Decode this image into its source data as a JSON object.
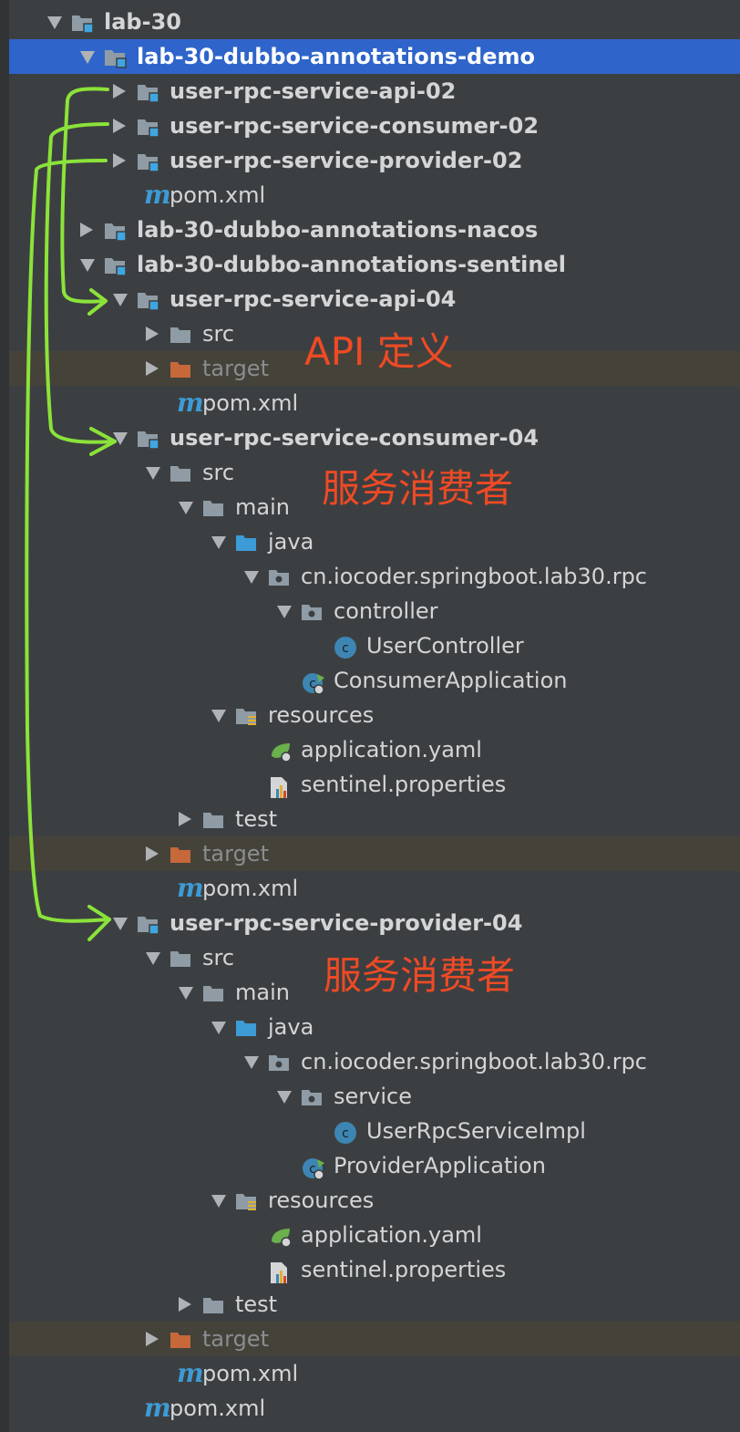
{
  "tree": [
    {
      "label": "lab-30",
      "depth": 0,
      "arrow": "down",
      "icon": "module-folder-icon",
      "bold": true
    },
    {
      "label": "lab-30-dubbo-annotations-demo",
      "depth": 1,
      "arrow": "down",
      "icon": "module-folder-icon",
      "bold": true,
      "selected": true
    },
    {
      "label": "user-rpc-service-api-02",
      "depth": 2,
      "arrow": "right",
      "icon": "module-folder-icon",
      "bold": true
    },
    {
      "label": "user-rpc-service-consumer-02",
      "depth": 2,
      "arrow": "right",
      "icon": "module-folder-icon",
      "bold": true
    },
    {
      "label": "user-rpc-service-provider-02",
      "depth": 2,
      "arrow": "right",
      "icon": "module-folder-icon",
      "bold": true
    },
    {
      "label": "pom.xml",
      "depth": 2,
      "arrow": "",
      "icon": "maven-icon",
      "bold": false
    },
    {
      "label": "lab-30-dubbo-annotations-nacos",
      "depth": 1,
      "arrow": "right",
      "icon": "module-folder-icon",
      "bold": true
    },
    {
      "label": "lab-30-dubbo-annotations-sentinel",
      "depth": 1,
      "arrow": "down",
      "icon": "module-folder-icon",
      "bold": true
    },
    {
      "label": "user-rpc-service-api-04",
      "depth": 2,
      "arrow": "down",
      "icon": "module-folder-icon",
      "bold": true
    },
    {
      "label": "src",
      "depth": 3,
      "arrow": "right",
      "icon": "folder-icon",
      "bold": false
    },
    {
      "label": "target",
      "depth": 3,
      "arrow": "right",
      "icon": "excluded-folder-icon",
      "bold": false,
      "excluded": true
    },
    {
      "label": "pom.xml",
      "depth": 3,
      "arrow": "",
      "icon": "maven-icon",
      "bold": false
    },
    {
      "label": "user-rpc-service-consumer-04",
      "depth": 2,
      "arrow": "down",
      "icon": "module-folder-icon",
      "bold": true
    },
    {
      "label": "src",
      "depth": 3,
      "arrow": "down",
      "icon": "folder-icon",
      "bold": false
    },
    {
      "label": "main",
      "depth": 4,
      "arrow": "down",
      "icon": "folder-icon",
      "bold": false
    },
    {
      "label": "java",
      "depth": 5,
      "arrow": "down",
      "icon": "source-folder-icon",
      "bold": false
    },
    {
      "label": "cn.iocoder.springboot.lab30.rpc",
      "depth": 6,
      "arrow": "down",
      "icon": "package-icon",
      "bold": false
    },
    {
      "label": "controller",
      "depth": 7,
      "arrow": "down",
      "icon": "package-icon",
      "bold": false
    },
    {
      "label": "UserController",
      "depth": 8,
      "arrow": "",
      "icon": "class-icon",
      "bold": false
    },
    {
      "label": "ConsumerApplication",
      "depth": 7,
      "arrow": "",
      "icon": "spring-boot-class-icon",
      "bold": false
    },
    {
      "label": "resources",
      "depth": 5,
      "arrow": "down",
      "icon": "resources-folder-icon",
      "bold": false
    },
    {
      "label": "application.yaml",
      "depth": 6,
      "arrow": "",
      "icon": "spring-config-icon",
      "bold": false
    },
    {
      "label": "sentinel.properties",
      "depth": 6,
      "arrow": "",
      "icon": "properties-file-icon",
      "bold": false
    },
    {
      "label": "test",
      "depth": 4,
      "arrow": "right",
      "icon": "folder-icon",
      "bold": false
    },
    {
      "label": "target",
      "depth": 3,
      "arrow": "right",
      "icon": "excluded-folder-icon",
      "bold": false,
      "excluded": true
    },
    {
      "label": "pom.xml",
      "depth": 3,
      "arrow": "",
      "icon": "maven-icon",
      "bold": false
    },
    {
      "label": "user-rpc-service-provider-04",
      "depth": 2,
      "arrow": "down",
      "icon": "module-folder-icon",
      "bold": true
    },
    {
      "label": "src",
      "depth": 3,
      "arrow": "down",
      "icon": "folder-icon",
      "bold": false
    },
    {
      "label": "main",
      "depth": 4,
      "arrow": "down",
      "icon": "folder-icon",
      "bold": false
    },
    {
      "label": "java",
      "depth": 5,
      "arrow": "down",
      "icon": "source-folder-icon",
      "bold": false
    },
    {
      "label": "cn.iocoder.springboot.lab30.rpc",
      "depth": 6,
      "arrow": "down",
      "icon": "package-icon",
      "bold": false
    },
    {
      "label": "service",
      "depth": 7,
      "arrow": "down",
      "icon": "package-icon",
      "bold": false
    },
    {
      "label": "UserRpcServiceImpl",
      "depth": 8,
      "arrow": "",
      "icon": "class-icon",
      "bold": false
    },
    {
      "label": "ProviderApplication",
      "depth": 7,
      "arrow": "",
      "icon": "spring-boot-class-icon",
      "bold": false
    },
    {
      "label": "resources",
      "depth": 5,
      "arrow": "down",
      "icon": "resources-folder-icon",
      "bold": false
    },
    {
      "label": "application.yaml",
      "depth": 6,
      "arrow": "",
      "icon": "spring-config-icon",
      "bold": false
    },
    {
      "label": "sentinel.properties",
      "depth": 6,
      "arrow": "",
      "icon": "properties-file-icon",
      "bold": false
    },
    {
      "label": "test",
      "depth": 4,
      "arrow": "right",
      "icon": "folder-icon",
      "bold": false
    },
    {
      "label": "target",
      "depth": 3,
      "arrow": "right",
      "icon": "excluded-folder-icon",
      "bold": false,
      "excluded": true
    },
    {
      "label": "pom.xml",
      "depth": 3,
      "arrow": "",
      "icon": "maven-icon",
      "bold": false
    },
    {
      "label": "pom.xml",
      "depth": 2,
      "arrow": "",
      "icon": "maven-icon",
      "bold": false
    }
  ],
  "annotations": {
    "api": "API 定义",
    "consumer": "服务消费者",
    "provider": "服务消费者"
  },
  "colors": {
    "background": "#3c3f41",
    "selection": "#2f65ca",
    "excluded_row": "#45423a",
    "annotation_text": "#ef4a25",
    "hand_drawn_arrows": "#8be33a",
    "module_badge": "#40a6e0",
    "folder": "#8f9ca6",
    "excluded_folder": "#c7683a",
    "source_folder": "#3d9bd6"
  }
}
